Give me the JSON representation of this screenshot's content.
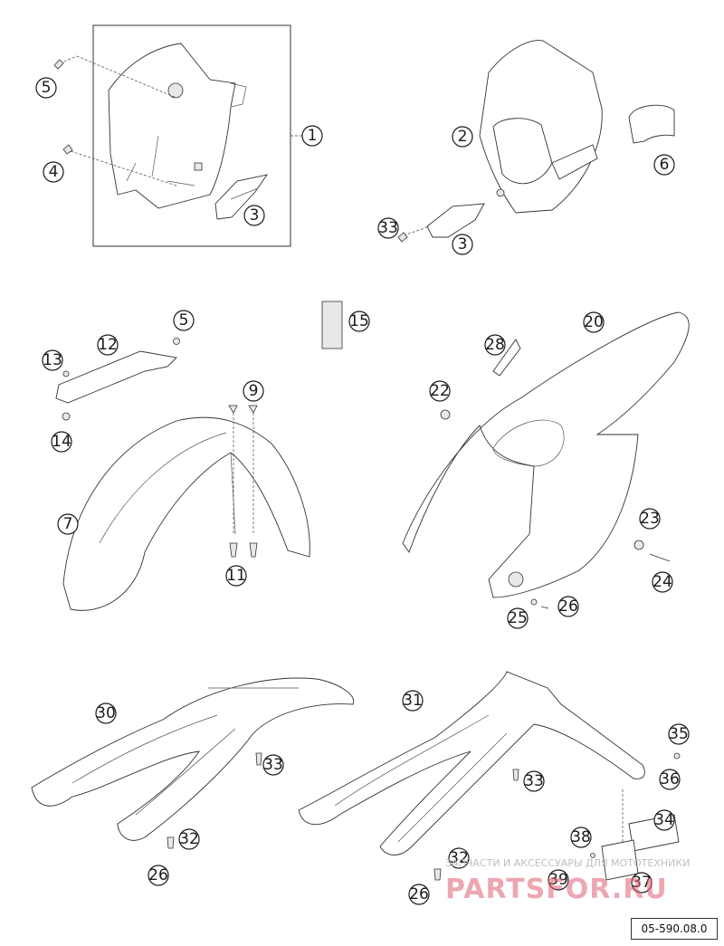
{
  "diagram_code": "05-590.08.0",
  "watermark": {
    "caption": "ЗАПЧАСТИ И АКСЕССУАРЫ ДЛЯ МОТОТЕХНИКИ",
    "logo": "PARTSFOR.RU"
  },
  "callouts": {
    "c1": "1",
    "c2": "2",
    "c3a": "3",
    "c3b": "3",
    "c4": "4",
    "c5a": "5",
    "c5b": "5",
    "c6": "6",
    "c7": "7",
    "c9": "9",
    "c11": "11",
    "c12": "12",
    "c13": "13",
    "c14": "14",
    "c15": "15",
    "c20": "20",
    "c22": "22",
    "c23": "23",
    "c24": "24",
    "c25": "25",
    "c26a": "26",
    "c26b": "26",
    "c26c": "26",
    "c28": "28",
    "c30": "30",
    "c31": "31",
    "c32a": "32",
    "c32b": "32",
    "c33a": "33",
    "c33b": "33",
    "c33c": "33",
    "c34": "34",
    "c35": "35",
    "c36": "36",
    "c37": "37",
    "c38": "38",
    "c39": "39"
  }
}
